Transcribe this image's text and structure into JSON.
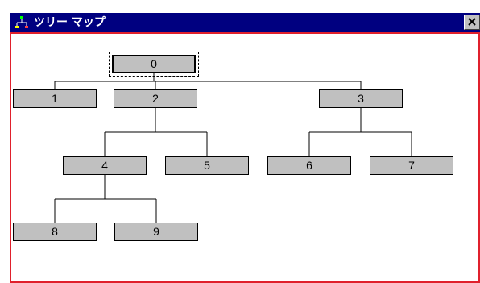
{
  "window": {
    "title": "ツリー マップ"
  },
  "icons": {
    "app": "tree-map-icon",
    "close": "close-icon"
  },
  "colors": {
    "titlebar": "#000080",
    "node_fill": "#c0c0c0",
    "frame_border": "#e0202c"
  },
  "tree": {
    "selected": "0",
    "nodes": [
      {
        "label": "0",
        "parent": null
      },
      {
        "label": "1",
        "parent": "0"
      },
      {
        "label": "2",
        "parent": "0"
      },
      {
        "label": "3",
        "parent": "0"
      },
      {
        "label": "4",
        "parent": "2"
      },
      {
        "label": "5",
        "parent": "2"
      },
      {
        "label": "6",
        "parent": "3"
      },
      {
        "label": "7",
        "parent": "3"
      },
      {
        "label": "8",
        "parent": "4"
      },
      {
        "label": "9",
        "parent": "4"
      }
    ]
  }
}
